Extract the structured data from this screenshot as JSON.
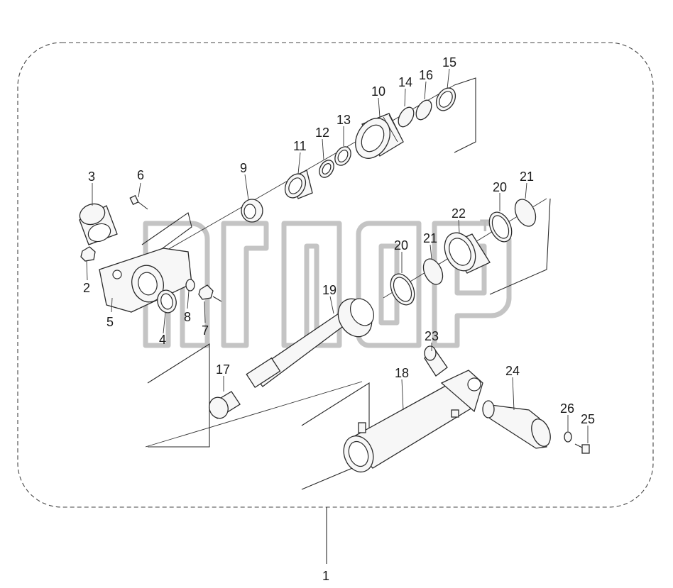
{
  "diagram": {
    "labels": [
      {
        "id": "l1",
        "text": "1"
      },
      {
        "id": "l2",
        "text": "2"
      },
      {
        "id": "l3",
        "text": "3"
      },
      {
        "id": "l4",
        "text": "4"
      },
      {
        "id": "l5",
        "text": "5"
      },
      {
        "id": "l6",
        "text": "6"
      },
      {
        "id": "l7",
        "text": "7"
      },
      {
        "id": "l8",
        "text": "8"
      },
      {
        "id": "l9",
        "text": "9"
      },
      {
        "id": "l10",
        "text": "10"
      },
      {
        "id": "l11",
        "text": "11"
      },
      {
        "id": "l12",
        "text": "12"
      },
      {
        "id": "l13",
        "text": "13"
      },
      {
        "id": "l14",
        "text": "14"
      },
      {
        "id": "l15",
        "text": "15"
      },
      {
        "id": "l16",
        "text": "16"
      },
      {
        "id": "l17",
        "text": "17"
      },
      {
        "id": "l18",
        "text": "18"
      },
      {
        "id": "l19",
        "text": "19"
      },
      {
        "id": "l20a",
        "text": "20"
      },
      {
        "id": "l20b",
        "text": "20"
      },
      {
        "id": "l21a",
        "text": "21"
      },
      {
        "id": "l21b",
        "text": "21"
      },
      {
        "id": "l22",
        "text": "22"
      },
      {
        "id": "l23",
        "text": "23"
      },
      {
        "id": "l24",
        "text": "24"
      },
      {
        "id": "l25",
        "text": "25"
      },
      {
        "id": "l26",
        "text": "26"
      }
    ],
    "watermark_tm": "TM"
  }
}
